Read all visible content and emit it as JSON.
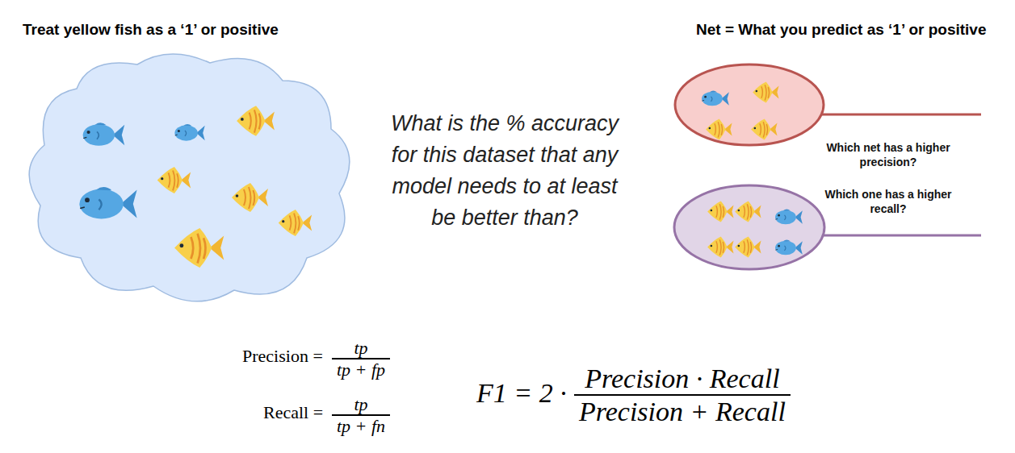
{
  "diagram": {
    "labels": [
      "Treat yellow fish as a ‘1’ or positive",
      "Net = What you predict as ‘1’ or positive",
      "What is the % accuracy for this dataset that any model needs to at least be better than?",
      "Which net has a higher precision?",
      "Which one has a higher recall?",
      "Precision =",
      "tp",
      "tp + fp",
      "Recall =",
      "tp",
      "tp + fn",
      "F1 = 2 ·",
      "Precision · Recall",
      "Precision + Recall"
    ]
  }
}
